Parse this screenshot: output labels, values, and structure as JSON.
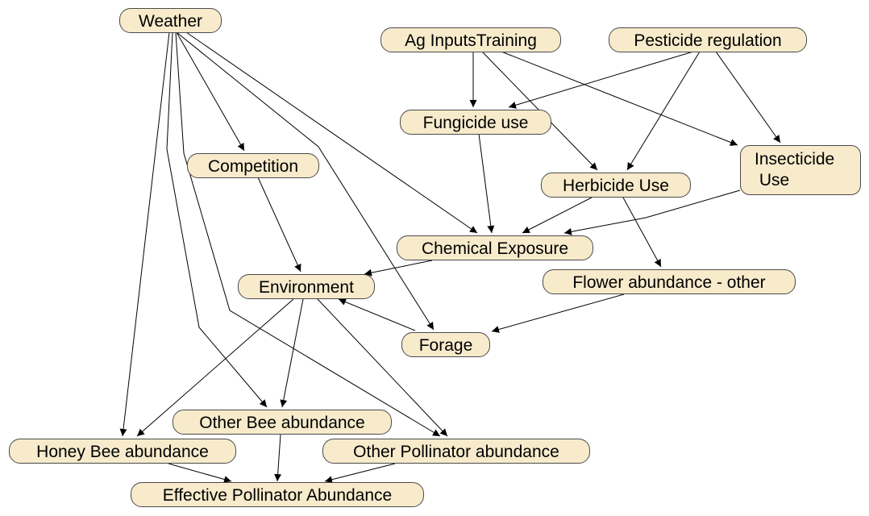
{
  "diagram": {
    "nodes": [
      {
        "id": "weather",
        "label": "Weather"
      },
      {
        "id": "ag_inputs",
        "label": "Ag InputsTraining"
      },
      {
        "id": "pesticide_reg",
        "label": "Pesticide regulation"
      },
      {
        "id": "fungicide",
        "label": "Fungicide use"
      },
      {
        "id": "competition",
        "label": "Competition"
      },
      {
        "id": "insecticide",
        "label": "Insecticide\n Use"
      },
      {
        "id": "herbicide",
        "label": "Herbicide Use"
      },
      {
        "id": "chemical",
        "label": "Chemical Exposure"
      },
      {
        "id": "environment",
        "label": "Environment"
      },
      {
        "id": "flower",
        "label": "Flower abundance - other"
      },
      {
        "id": "forage",
        "label": "Forage"
      },
      {
        "id": "other_bee",
        "label": "Other Bee abundance"
      },
      {
        "id": "honey_bee",
        "label": "Honey Bee abundance"
      },
      {
        "id": "other_pollinator",
        "label": "Other Pollinator abundance"
      },
      {
        "id": "effective",
        "label": "Effective Pollinator Abundance"
      }
    ],
    "edges": [
      {
        "from": "weather",
        "to": "competition"
      },
      {
        "from": "weather",
        "to": "chemical"
      },
      {
        "from": "weather",
        "to": "forage"
      },
      {
        "from": "weather",
        "to": "honey_bee"
      },
      {
        "from": "weather",
        "to": "other_bee"
      },
      {
        "from": "weather",
        "to": "other_pollinator"
      },
      {
        "from": "ag_inputs",
        "to": "fungicide"
      },
      {
        "from": "ag_inputs",
        "to": "herbicide"
      },
      {
        "from": "ag_inputs",
        "to": "insecticide"
      },
      {
        "from": "pesticide_reg",
        "to": "fungicide"
      },
      {
        "from": "pesticide_reg",
        "to": "herbicide"
      },
      {
        "from": "pesticide_reg",
        "to": "insecticide"
      },
      {
        "from": "fungicide",
        "to": "chemical"
      },
      {
        "from": "herbicide",
        "to": "chemical"
      },
      {
        "from": "herbicide",
        "to": "flower"
      },
      {
        "from": "insecticide",
        "to": "chemical"
      },
      {
        "from": "competition",
        "to": "environment"
      },
      {
        "from": "chemical",
        "to": "environment"
      },
      {
        "from": "flower",
        "to": "forage"
      },
      {
        "from": "forage",
        "to": "environment"
      },
      {
        "from": "environment",
        "to": "honey_bee"
      },
      {
        "from": "environment",
        "to": "other_bee"
      },
      {
        "from": "environment",
        "to": "other_pollinator"
      },
      {
        "from": "honey_bee",
        "to": "effective"
      },
      {
        "from": "other_bee",
        "to": "effective"
      },
      {
        "from": "other_pollinator",
        "to": "effective"
      }
    ]
  }
}
